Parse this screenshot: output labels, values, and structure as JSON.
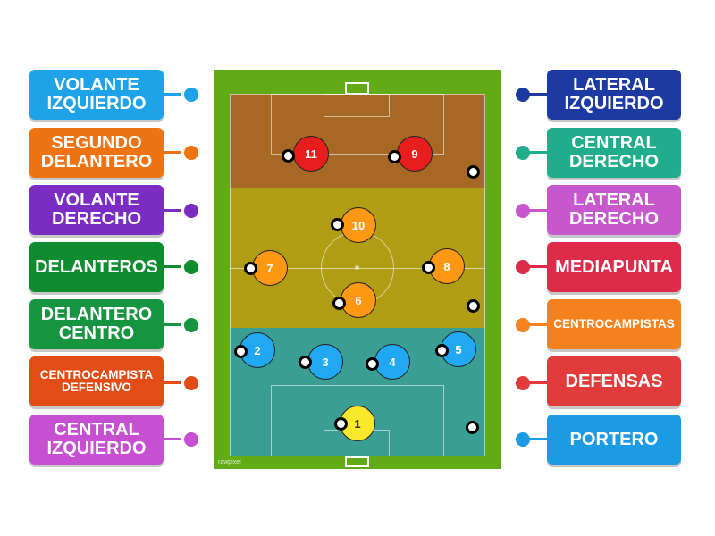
{
  "colors": {
    "light_blue": "#1ea2e8",
    "orange": "#ef7310",
    "purple": "#7b2cc3",
    "green": "#0e8c2f",
    "dark_green": "#169440",
    "dark_orange": "#e24d16",
    "magenta": "#c64fd2",
    "navy": "#1d3aa3",
    "teal": "#1fad8b",
    "orchid": "#c657cc",
    "crimson": "#de2b4a",
    "light_orange": "#f5821f",
    "red": "#e23b3c",
    "azure": "#1c9ae4",
    "field_green": "#61ab16",
    "zone_attack": "#a66824",
    "zone_midfield": "#b19d14",
    "zone_defense": "#3b9e94",
    "player_red": "#e81e1e",
    "player_orange": "#fe9812",
    "player_blue": "#20a9f2",
    "player_yellow": "#fbe72c"
  },
  "left_labels": [
    {
      "text": "VOLANTE\nIZQUIERDO"
    },
    {
      "text": "SEGUNDO\nDELANTERO"
    },
    {
      "text": "VOLANTE\nDERECHO"
    },
    {
      "text": "DELANTEROS"
    },
    {
      "text": "DELANTERO\nCENTRO"
    },
    {
      "text": "CENTROCAMPISTA\nDEFENSIVO"
    },
    {
      "text": "CENTRAL\nIZQUIERDO"
    }
  ],
  "right_labels": [
    {
      "text": "LATERAL\nIZQUIERDO"
    },
    {
      "text": "CENTRAL\nDERECHO"
    },
    {
      "text": "LATERAL\nDERECHO"
    },
    {
      "text": "MEDIAPUNTA"
    },
    {
      "text": "CENTROCAMPISTAS"
    },
    {
      "text": "DEFENSAS"
    },
    {
      "text": "PORTERO"
    }
  ],
  "players": [
    "11",
    "9",
    "10",
    "7",
    "8",
    "6",
    "2",
    "3",
    "4",
    "5",
    "1"
  ],
  "watermark": "rawpixel"
}
